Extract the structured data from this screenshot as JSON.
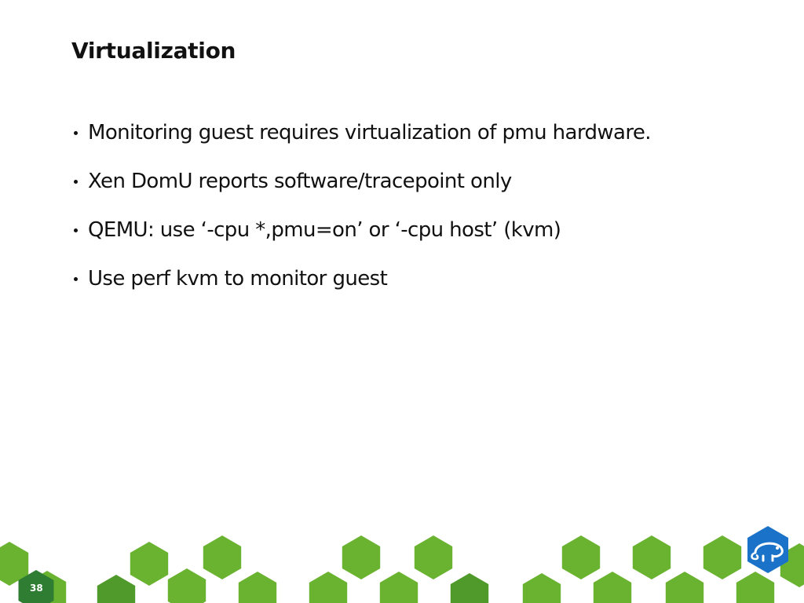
{
  "slide": {
    "title": "Virtualization",
    "bullets": [
      "Monitoring guest requires virtualization of pmu hardware.",
      "Xen DomU reports software/tracepoint only",
      "QEMU: use ‘-cpu *,pmu=on’ or ‘-cpu host’ (kvm)",
      "Use perf kvm to monitor guest"
    ],
    "page_number": "38"
  },
  "footer": {
    "logo_icon": "chameleon-logo-icon"
  },
  "colors": {
    "hex_green": "#6ab330",
    "hex_green_dark": "#4f9a2a",
    "hex_green_deep": "#2e7d32",
    "logo_blue": "#1a73c8",
    "text": "#111111"
  }
}
